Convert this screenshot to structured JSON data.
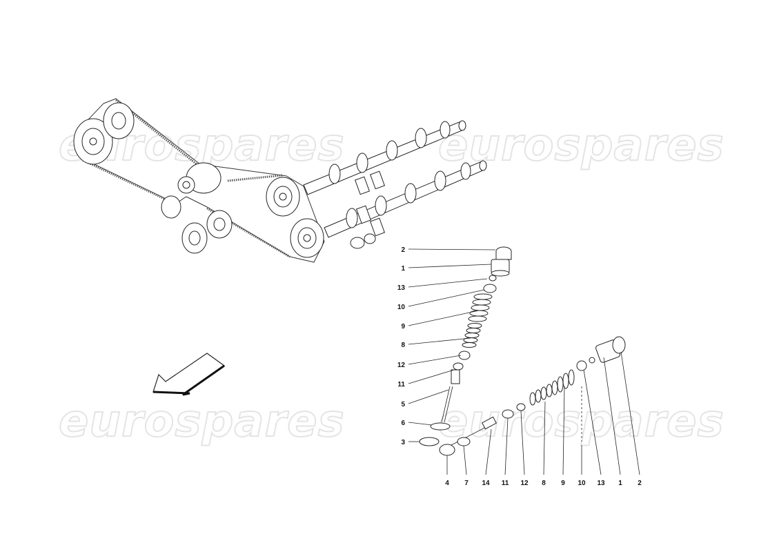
{
  "watermark": {
    "text": "eurospares"
  },
  "callouts_vertical": [
    "2",
    "1",
    "13",
    "10",
    "9",
    "8",
    "12",
    "11",
    "5",
    "6",
    "3"
  ],
  "callouts_bottom": [
    "4",
    "7",
    "14",
    "11",
    "12",
    "8",
    "9",
    "10",
    "13",
    "1",
    "2"
  ],
  "icons": {
    "direction_arrow": "front-direction-arrow-icon"
  }
}
